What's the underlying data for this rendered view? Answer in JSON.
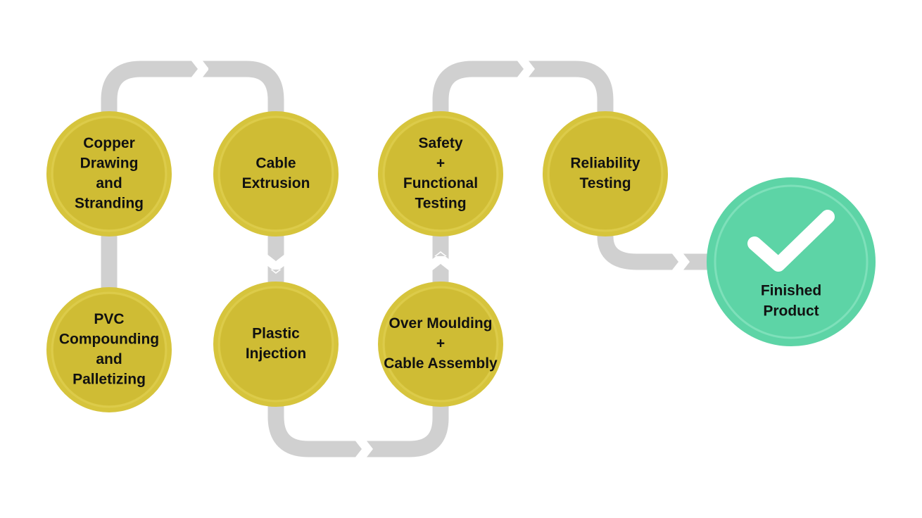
{
  "colors": {
    "connector": "#d0d0d0",
    "stage_fill": "#cfbc34",
    "stage_ring": "#dccb4a",
    "stage_ring_outer": "#d6c43c",
    "final_fill": "#5dd4a6",
    "final_ring": "#7ee0ba",
    "check": "#ffffff",
    "text": "#111111"
  },
  "stages": [
    {
      "id": "copper-drawing-and-stranding",
      "lines": [
        "Copper",
        "Drawing",
        "and",
        "Stranding"
      ]
    },
    {
      "id": "pvc-compounding-and-palletizing",
      "lines": [
        "PVC",
        "Compounding",
        "and",
        "Palletizing"
      ]
    },
    {
      "id": "cable-extrusion",
      "lines": [
        "Cable",
        "Extrusion"
      ]
    },
    {
      "id": "plastic-injection",
      "lines": [
        "Plastic",
        "Injection"
      ]
    },
    {
      "id": "safety-functional-testing",
      "lines": [
        "Safety",
        "+",
        "Functional",
        "Testing"
      ]
    },
    {
      "id": "over-moulding-cable-assembly",
      "lines": [
        "Over Moulding",
        "+",
        "Cable Assembly"
      ]
    },
    {
      "id": "reliability-testing",
      "lines": [
        "Reliability",
        "Testing"
      ]
    }
  ],
  "final": {
    "icon": "checkmark-icon",
    "lines": [
      "Finished",
      "Product"
    ]
  }
}
